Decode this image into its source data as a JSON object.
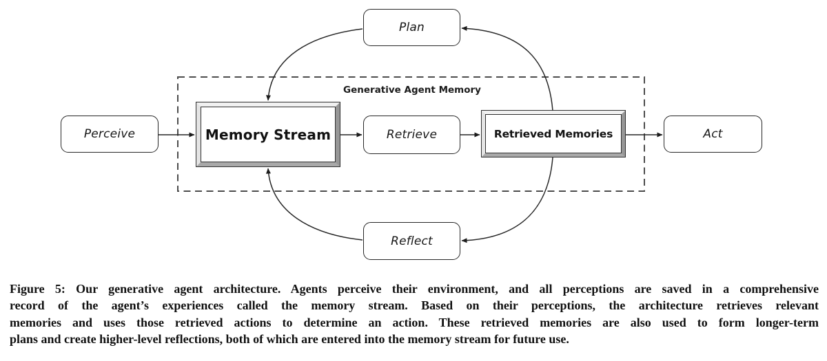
{
  "diagram": {
    "region_label": "Generative Agent Memory",
    "nodes": {
      "perceive": {
        "label": "Perceive"
      },
      "memory_stream": {
        "label": "Memory Stream"
      },
      "retrieve": {
        "label": "Retrieve"
      },
      "retrieved_memories": {
        "label": "Retrieved Memories"
      },
      "act": {
        "label": "Act"
      },
      "plan": {
        "label": "Plan"
      },
      "reflect": {
        "label": "Reflect"
      }
    },
    "edges": [
      {
        "from": "Perceive",
        "to": "Memory Stream"
      },
      {
        "from": "Memory Stream",
        "to": "Retrieve"
      },
      {
        "from": "Retrieve",
        "to": "Retrieved Memories"
      },
      {
        "from": "Retrieved Memories",
        "to": "Act"
      },
      {
        "from": "Retrieved Memories",
        "to": "Plan"
      },
      {
        "from": "Plan",
        "to": "Memory Stream"
      },
      {
        "from": "Retrieved Memories",
        "to": "Reflect"
      },
      {
        "from": "Reflect",
        "to": "Memory Stream"
      }
    ],
    "colors": {
      "stroke": "#262626",
      "dashed_border": "#4c4c4c",
      "bevel_light": "#f1f1f1",
      "bevel_dark": "#979797",
      "box_background": "#ffffff",
      "text": "#161616"
    }
  },
  "caption": {
    "lines": [
      "Figure 5: Our generative agent architecture. Agents perceive their environment, and all perceptions are saved in a comprehensive",
      "record of the agent’s experiences called the memory stream. Based on their perceptions, the architecture retrieves relevant",
      "memories and uses those retrieved actions to determine an action. These retrieved memories are also used to form longer-term",
      "plans and create higher-level reflections, both of which are entered into the memory stream for future use."
    ]
  }
}
